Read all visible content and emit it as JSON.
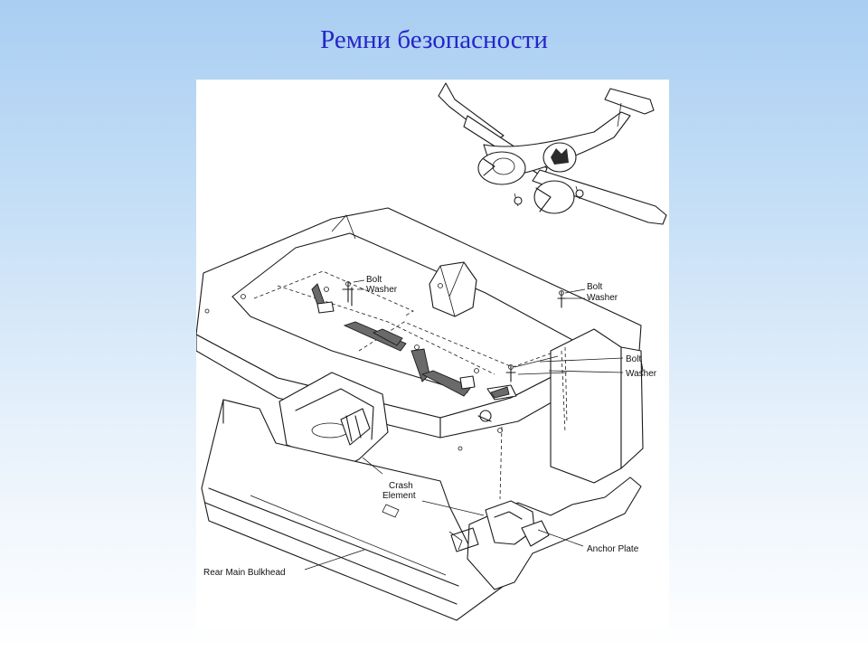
{
  "slide": {
    "title": "Ремни безопасности"
  },
  "diagram": {
    "labels": {
      "bolt_left": "Bolt",
      "washer_left": "Washer",
      "bolt_top_right": "Bolt",
      "washer_top_right": "Washer",
      "bolt_right": "Bolt",
      "washer_right": "Washer",
      "crash_element_line1": "Crash",
      "crash_element_line2": "Element",
      "anchor_plate": "Anchor Plate",
      "rear_main_bulkhead": "Rear Main Bulkhead"
    }
  }
}
